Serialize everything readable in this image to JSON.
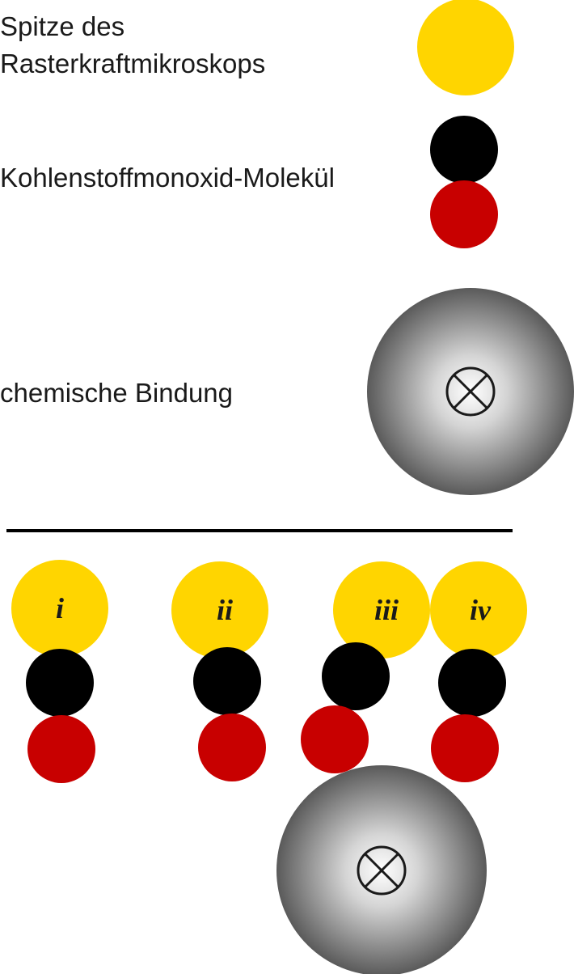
{
  "legend": {
    "tip_label_line1": "Spitze des",
    "tip_label_line2": "Rasterkraftmikroskops",
    "co_label": "Kohlenstoffmonoxid-Molekül",
    "bond_label": "chemische Bindung"
  },
  "positions": [
    {
      "label": "i"
    },
    {
      "label": "ii"
    },
    {
      "label": "iii"
    },
    {
      "label": "iv"
    }
  ],
  "colors": {
    "tip": "#FFD500",
    "carbon": "#000000",
    "oxygen": "#C80000",
    "bond_center": "#FFFFFF",
    "bond_edge": "#5a5a5a",
    "separator": "#000000"
  }
}
